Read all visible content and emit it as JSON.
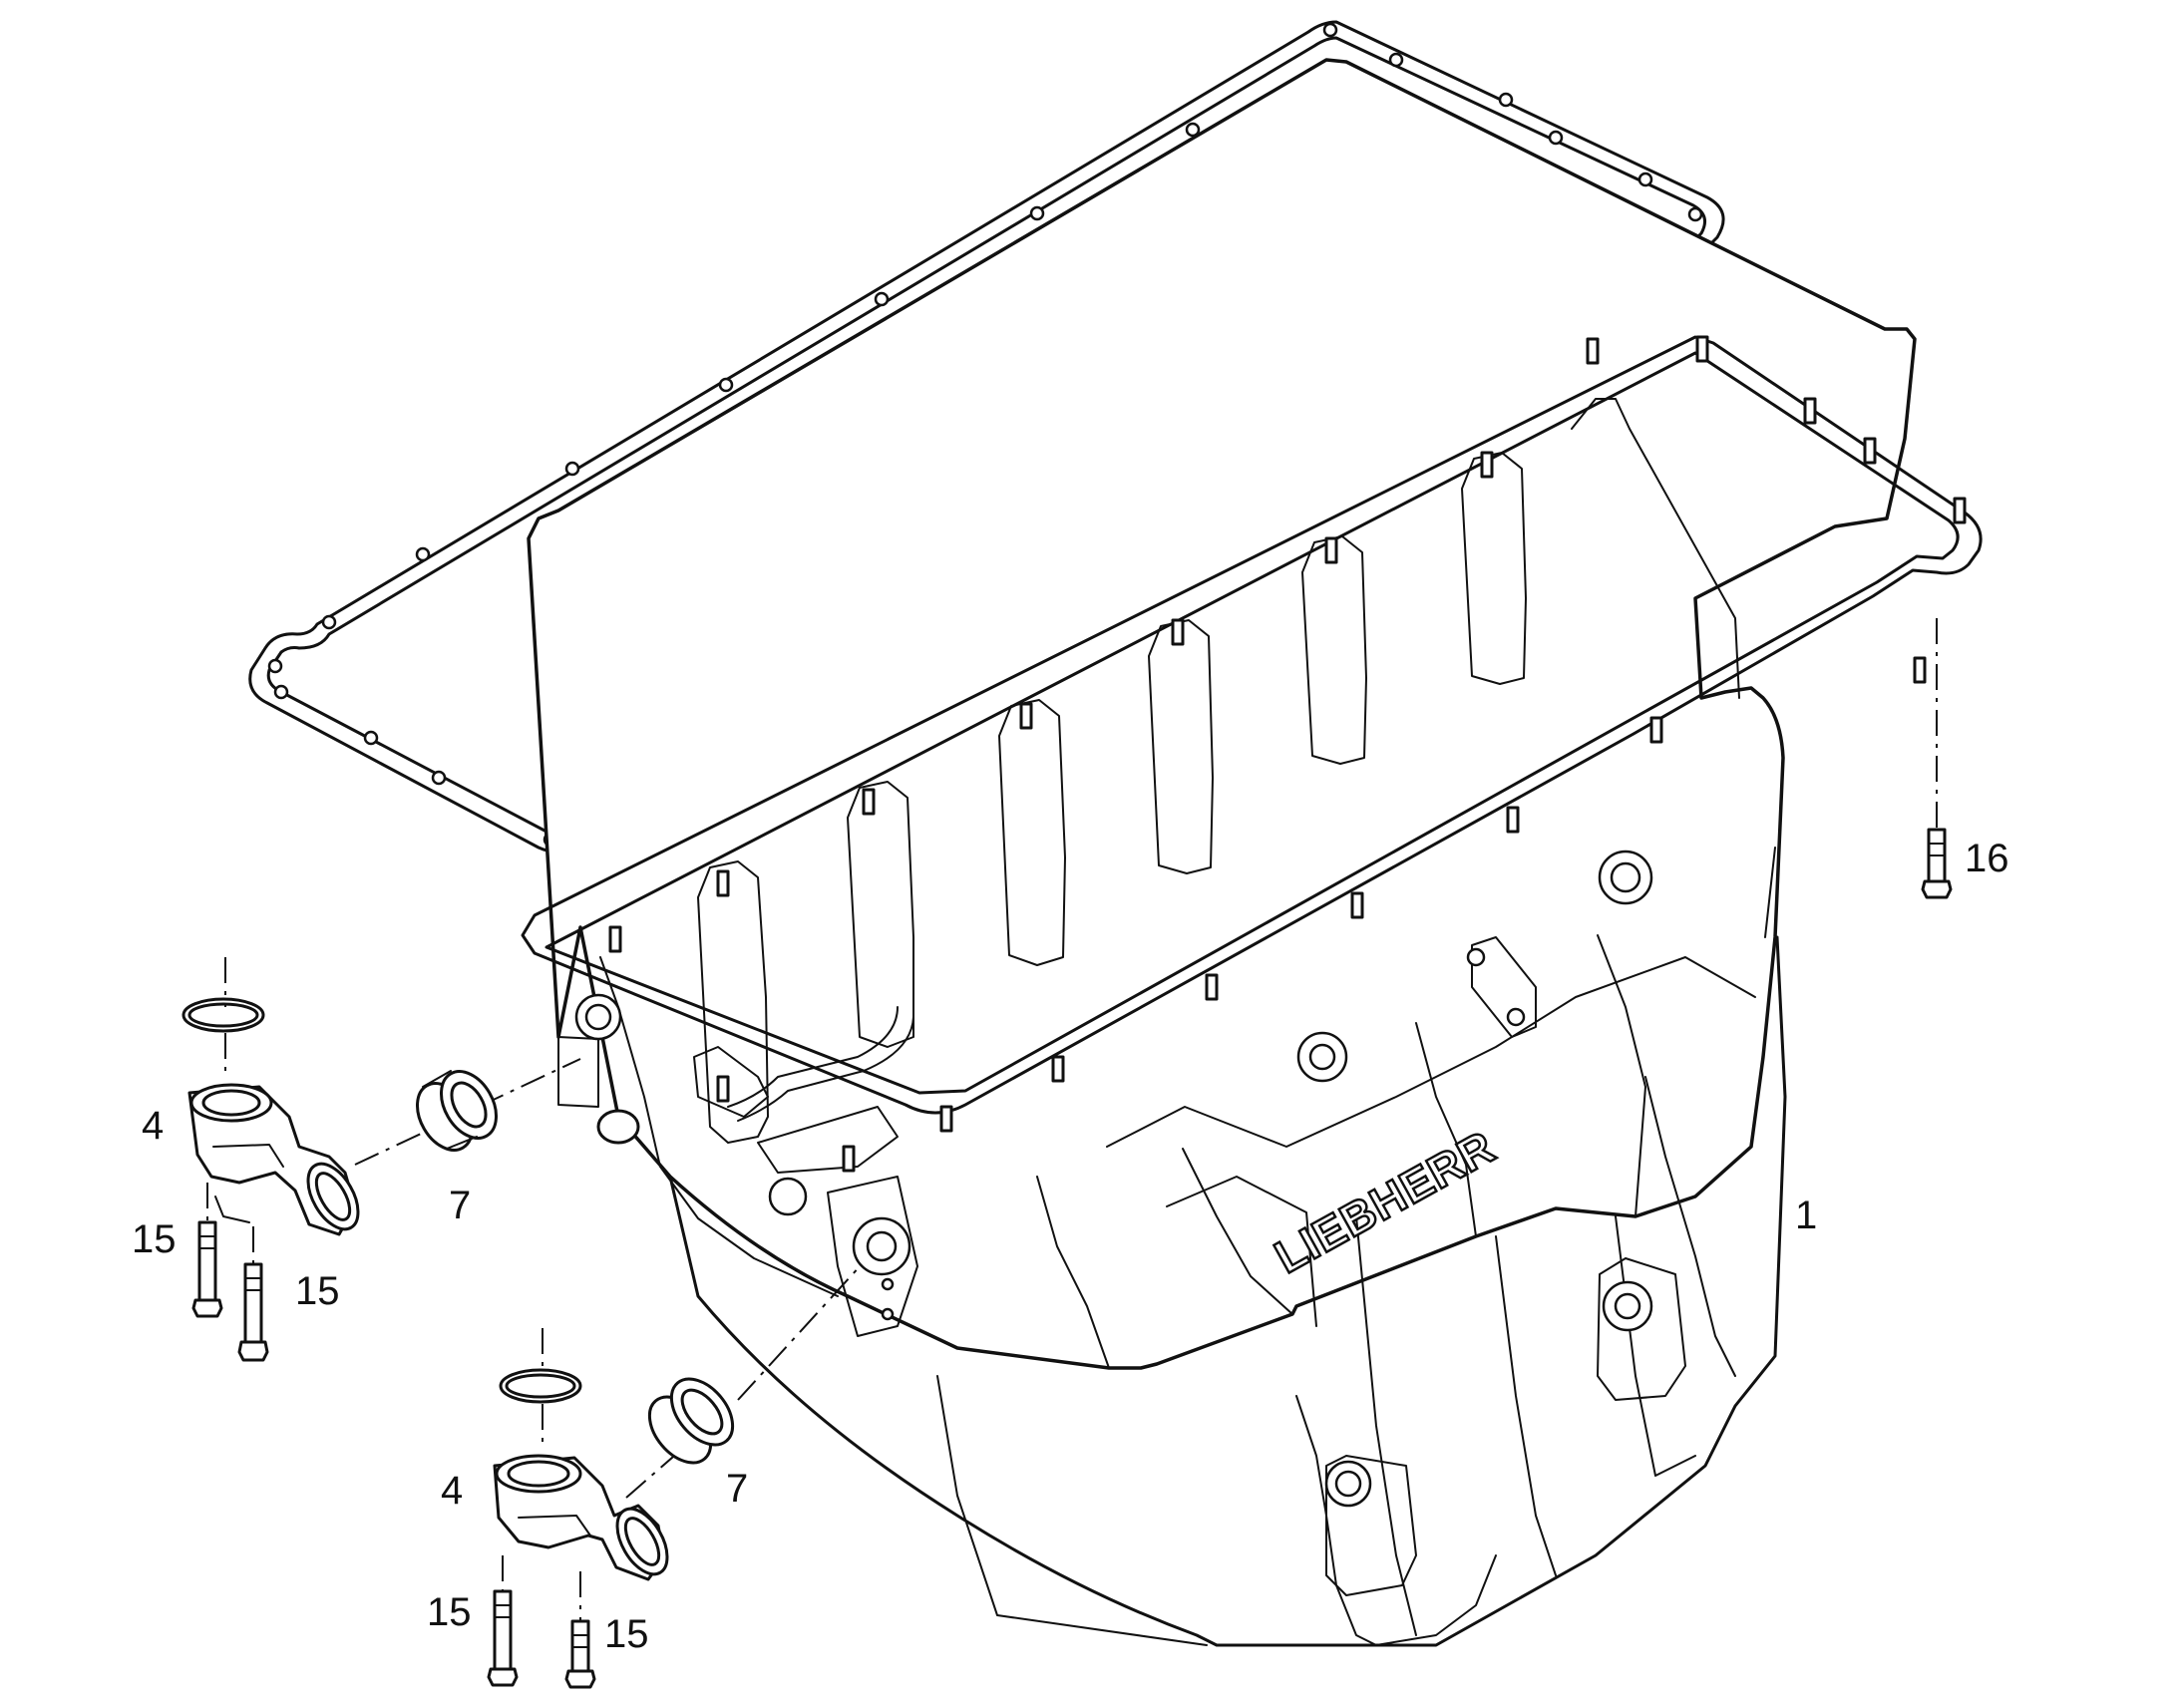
{
  "diagram": {
    "brand_label": "LIEBHERR",
    "callouts": [
      {
        "id": "c-1",
        "text": "1"
      },
      {
        "id": "c-16",
        "text": "16"
      },
      {
        "id": "c-4a",
        "text": "4"
      },
      {
        "id": "c-7a",
        "text": "7"
      },
      {
        "id": "c-15a",
        "text": "15"
      },
      {
        "id": "c-15b",
        "text": "15"
      },
      {
        "id": "c-4b",
        "text": "4"
      },
      {
        "id": "c-7b",
        "text": "7"
      },
      {
        "id": "c-15c",
        "text": "15"
      },
      {
        "id": "c-15d",
        "text": "15"
      }
    ]
  }
}
